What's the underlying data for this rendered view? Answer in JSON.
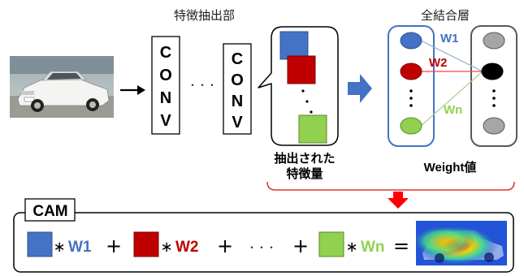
{
  "labels": {
    "feature_extraction": "特徴抽出部",
    "fully_connected": "全結合層",
    "extracted_features_line1": "抽出された",
    "extracted_features_line2": "特徴量",
    "weight_values": "Weight値",
    "cam": "CAM"
  },
  "conv_blocks": [
    {
      "letters": [
        "C",
        "O",
        "N",
        "V"
      ]
    },
    {
      "letters": [
        "C",
        "O",
        "N",
        "V"
      ]
    }
  ],
  "ellipsis_horizontal": "・・・",
  "weights": [
    "W1",
    "W2",
    "Wn"
  ],
  "formula": {
    "terms": [
      {
        "weight": "W1",
        "map_color": "#4472c4",
        "weight_color": "#4472c4"
      },
      {
        "weight": "W2",
        "map_color": "#c00000",
        "weight_color": "#c00000"
      },
      {
        "weight": "Wn",
        "map_color": "#92d050",
        "weight_color": "#92d050"
      }
    ],
    "multiply": "∗",
    "plus": "+",
    "ellipsis": "・・・",
    "equals": "="
  },
  "colors": {
    "blue": "#4472c4",
    "red": "#c00000",
    "green": "#92d050",
    "gray": "#a6a6a6",
    "black_node": "#000000",
    "arrow_blue": "#4472c4",
    "arrow_red": "#ff0000",
    "bracket_red": "#e03030"
  },
  "icons": {
    "input_image": "car-photo",
    "output_image": "car-heatmap-photo",
    "arrow_right": "arrow-right-icon",
    "big_arrow": "block-arrow-right-icon",
    "down_arrow": "block-arrow-down-icon"
  }
}
